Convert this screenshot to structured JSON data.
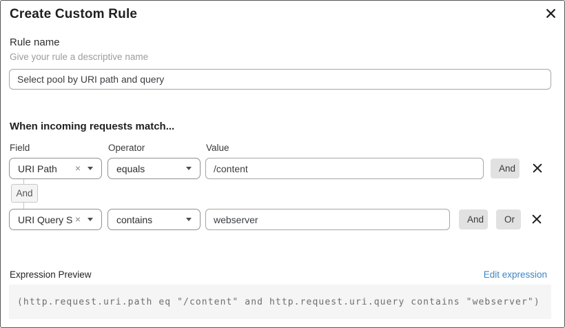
{
  "dialog": {
    "title": "Create Custom Rule"
  },
  "rule_name": {
    "label": "Rule name",
    "hint": "Give your rule a descriptive name",
    "value": "Select pool by URI path and query"
  },
  "match": {
    "heading": "When incoming requests match...",
    "columns": {
      "field": "Field",
      "operator": "Operator",
      "value": "Value"
    },
    "connector": "And",
    "rows": [
      {
        "field": "URI Path",
        "operator": "equals",
        "value": "/content",
        "buttons": [
          "And"
        ]
      },
      {
        "field": "URI Query St...",
        "operator": "contains",
        "value": "webserver",
        "buttons": [
          "And",
          "Or"
        ]
      }
    ]
  },
  "expression": {
    "label": "Expression Preview",
    "edit_link": "Edit expression",
    "code": "(http.request.uri.path eq \"/content\" and http.request.uri.query contains \"webserver\")"
  },
  "icons": {
    "close": "x-cross",
    "remove_condition": "x-cross",
    "clear_selection": "×",
    "dropdown": "caret-down"
  },
  "colors": {
    "link": "#3e84c2",
    "button_bg": "#e1e1e1",
    "code_bg": "#f5f5f6",
    "dialog_border": "#545454",
    "text_dark": "#1f1f1f"
  }
}
